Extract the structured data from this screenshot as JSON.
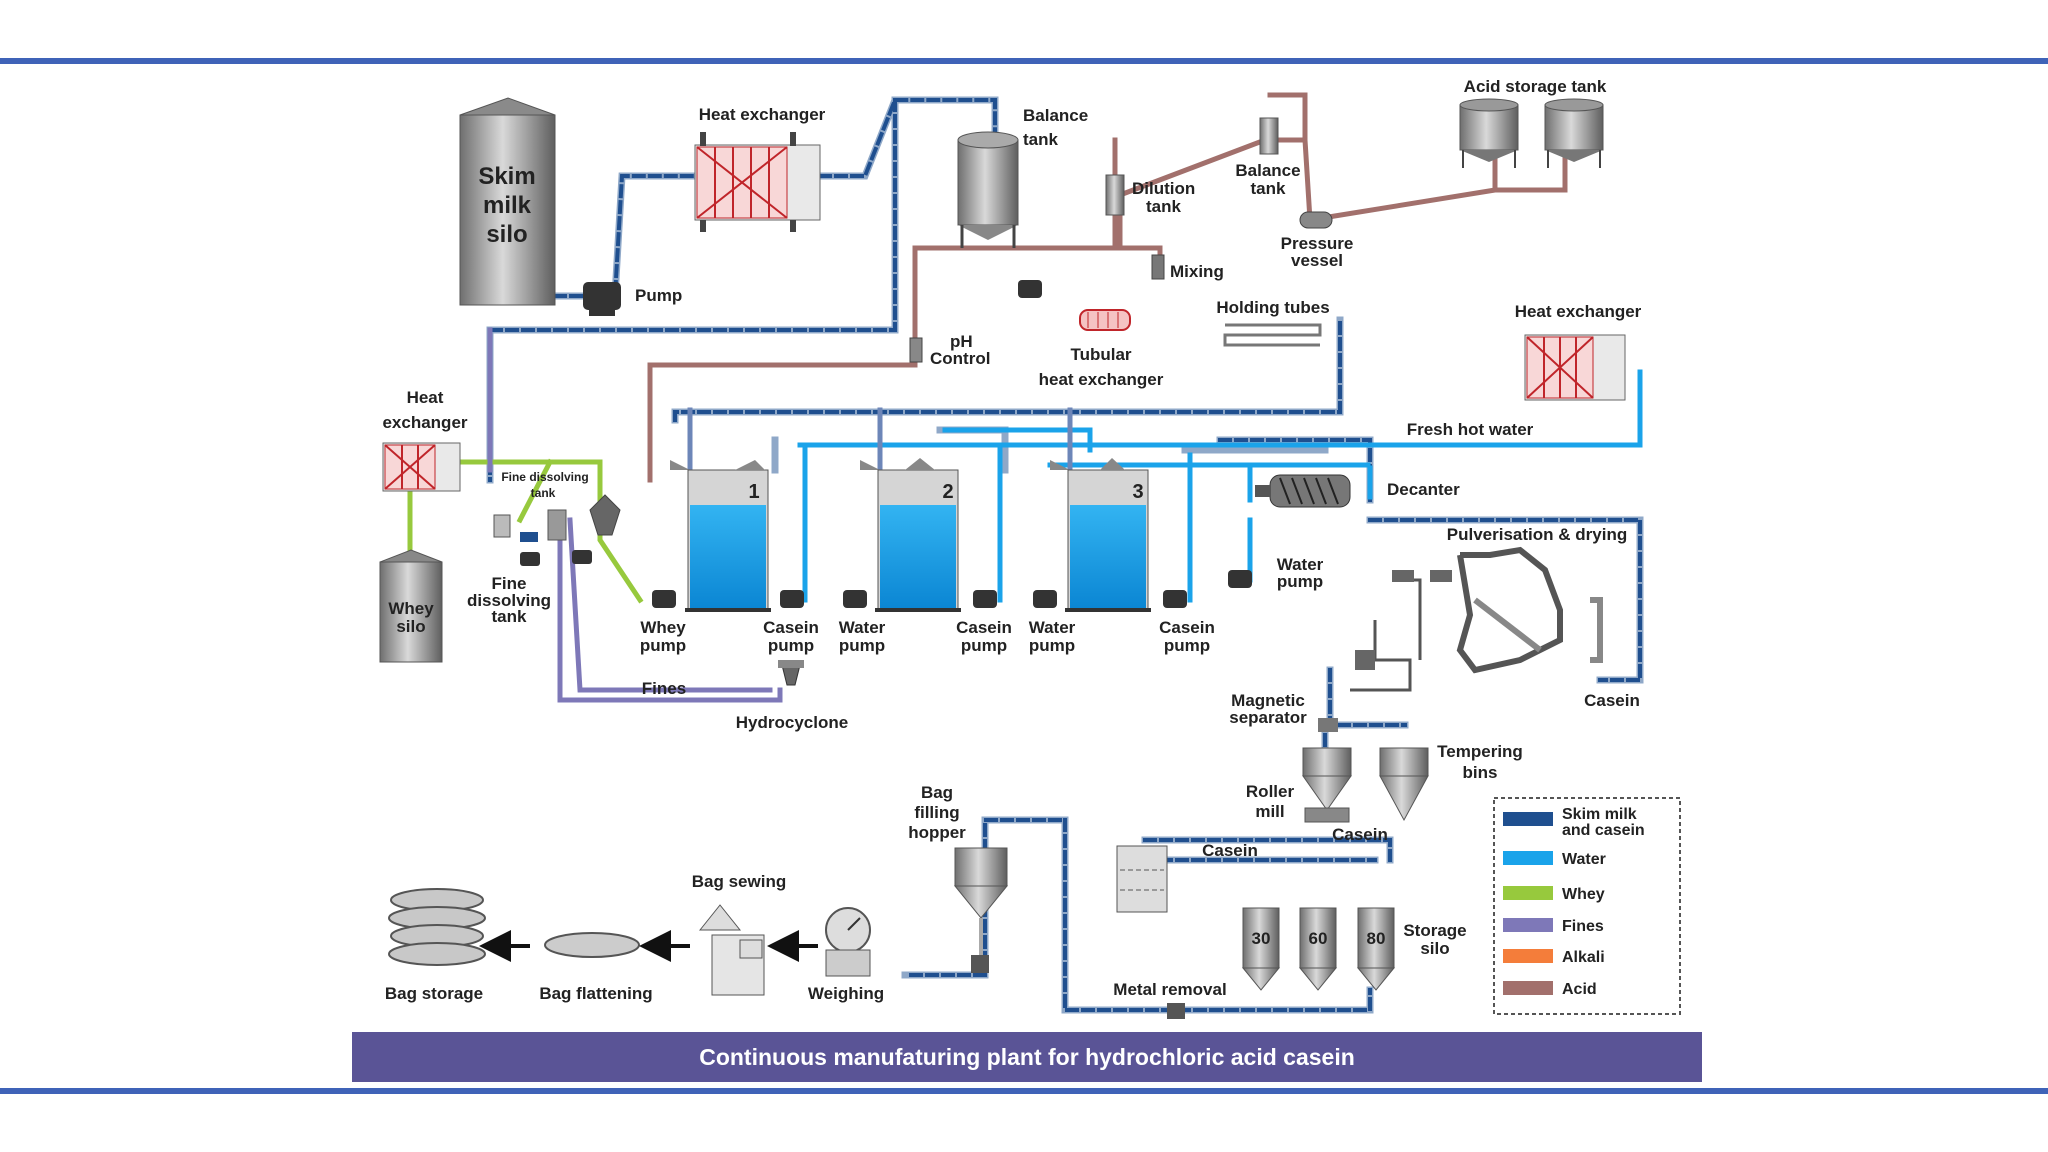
{
  "labels": {
    "skim_milk_silo": [
      "Skim",
      "milk",
      "silo"
    ],
    "pump": "Pump",
    "heat_exchanger_top": "Heat exchanger",
    "balance_tank_1": [
      "Balance",
      "tank"
    ],
    "dilution_tank": [
      "Dilution",
      "tank"
    ],
    "balance_tank_2": [
      "Balance",
      "tank"
    ],
    "acid_storage_tank": "Acid storage tank",
    "pressure_vessel": [
      "Pressure",
      "vessel"
    ],
    "mixing": "Mixing",
    "ph_control": [
      "pH",
      "Control"
    ],
    "holding_tubes": "Holding tubes",
    "tubular_heat_exchanger": [
      "Tubular",
      "heat exchanger"
    ],
    "heat_exchanger_right": "Heat exchanger",
    "fresh_hot_water": "Fresh hot water",
    "heat_exchanger_left": [
      "Heat",
      "exchanger"
    ],
    "fine_dissolving_tank_small": [
      "Fine dissolving",
      "tank"
    ],
    "whey_silo": [
      "Whey",
      "silo"
    ],
    "fine_dissolving_tank": [
      "Fine",
      "dissolving",
      "tank"
    ],
    "decanter": "Decanter",
    "pulverisation_drying": "Pulverisation & drying",
    "water_pump_right": [
      "Water",
      "pump"
    ],
    "whey_pump": [
      "Whey",
      "pump"
    ],
    "casein_pump_1": [
      "Casein",
      "pump"
    ],
    "water_pump_1": [
      "Water",
      "pump"
    ],
    "casein_pump_2": [
      "Casein",
      "pump"
    ],
    "water_pump_2": [
      "Water",
      "pump"
    ],
    "casein_pump_3": [
      "Casein",
      "pump"
    ],
    "fines": "Fines",
    "hydrocyclone": "Hydrocyclone",
    "casein_right": "Casein",
    "magnetic_separator": [
      "Magnetic",
      "separator"
    ],
    "tempering_bins": [
      "Tempering",
      "bins"
    ],
    "roller_mill": [
      "Roller",
      "mill"
    ],
    "casein_mill": "Casein",
    "casein_storage": "Casein",
    "bag_filling_hopper": [
      "Bag",
      "filling",
      "hopper"
    ],
    "bag_sewing": "Bag sewing",
    "bag_storage": "Bag storage",
    "bag_flattening": "Bag flattening",
    "weighing": "Weighing",
    "metal_removal": "Metal removal",
    "storage_silo": [
      "Storage",
      "silo"
    ],
    "tank_numbers": [
      "1",
      "2",
      "3"
    ],
    "silo_numbers": [
      "30",
      "60",
      "80"
    ]
  },
  "legend": [
    {
      "label": [
        "Skim milk",
        "and casein"
      ],
      "color": "#1f4f8f"
    },
    {
      "label": [
        "Water"
      ],
      "color": "#1aa3ea"
    },
    {
      "label": [
        "Whey"
      ],
      "color": "#97c93d"
    },
    {
      "label": [
        "Fines"
      ],
      "color": "#7e78b8"
    },
    {
      "label": [
        "Alkali"
      ],
      "color": "#f47d3a"
    },
    {
      "label": [
        "Acid"
      ],
      "color": "#a2706c"
    }
  ],
  "caption": "Continuous manufaturing plant for hydrochloric acid casein",
  "colors": {
    "frame": "#3f63b8",
    "caption_bar": "#5a5496",
    "skim": "#1f4f8f",
    "water": "#1aa3ea",
    "whey": "#97c93d",
    "fines": "#7e78b8",
    "alkali": "#f47d3a",
    "acid": "#a2706c"
  }
}
